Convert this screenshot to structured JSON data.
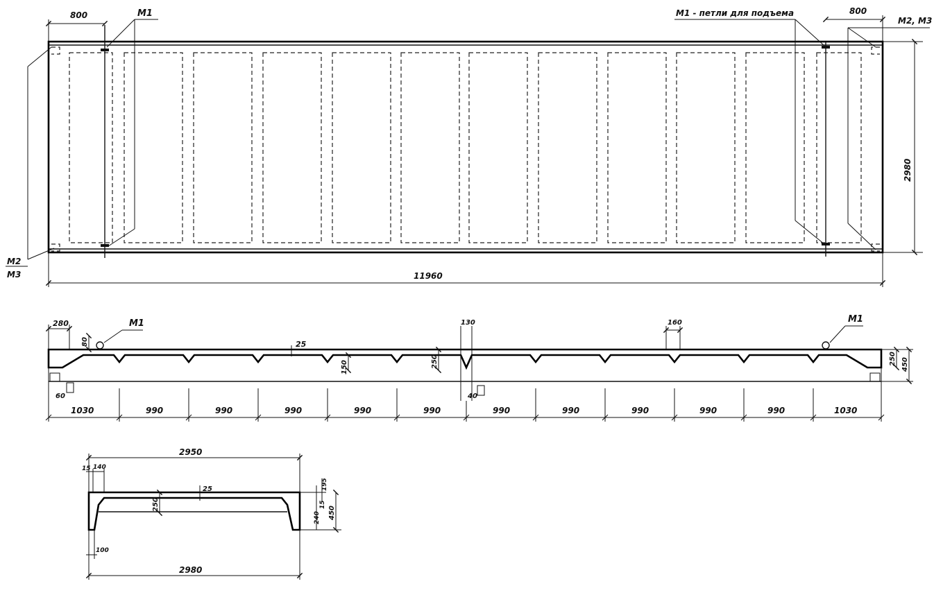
{
  "plan": {
    "label_m1_top": "М1",
    "label_m1_note": "М1 - петли для подъема",
    "label_m2m3_top": "М2, М3",
    "label_m2_left": "М2",
    "label_m3_left": "М3",
    "dim_left_800": "800",
    "dim_right_800": "800",
    "dim_height": "2980",
    "dim_length": "11960"
  },
  "elevation": {
    "label_m1_left": "М1",
    "label_m1_right": "М1",
    "dim_280": "280",
    "dim_80": "80",
    "dim_25": "25",
    "dim_130": "130",
    "dim_160": "160",
    "dim_250_mid": "250",
    "dim_150": "150",
    "dim_250_right": "250",
    "dim_450_right": "450",
    "dim_60": "60",
    "dim_40": "40",
    "spacings": [
      "1030",
      "990",
      "990",
      "990",
      "990",
      "990",
      "990",
      "990",
      "990",
      "990",
      "990",
      "1030"
    ]
  },
  "section": {
    "dim_2950": "2950",
    "dim_15": "15",
    "dim_140": "140",
    "dim_25": "25",
    "dim_250": "250",
    "dim_195": "195",
    "dim_240": "240",
    "dim_15b": "15",
    "dim_450": "450",
    "dim_100": "100",
    "dim_2980": "2980"
  }
}
